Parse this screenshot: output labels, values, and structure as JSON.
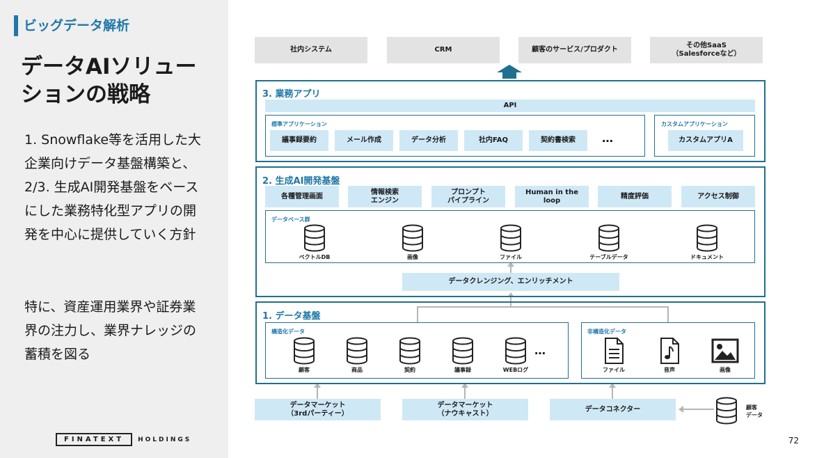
{
  "section_tag": "ビッグデータ解析",
  "title": "データAIソリューションの戦略",
  "desc1": "1. Snowflake等を活用した大企業向けデータ基盤構築と、2/3. 生成AI開発基盤をベースにした業務特化型アプリの開発を中心に提供していく方針",
  "desc2": "特に、資産運用業界や証券業界の注力し、業界ナレッジの蓄積を図る",
  "logo": {
    "main": "FINATEXT",
    "sub": "HOLDINGS"
  },
  "page_number": "72",
  "top_targets": [
    "社内システム",
    "CRM",
    "顧客のサービス/プロダクト",
    "その他SaaS\n（Salesforceなど）"
  ],
  "layer3": {
    "title": "3. 業務アプリ",
    "api": "API",
    "standard": {
      "title": "標準アプリケーション",
      "items": [
        "議事録要約",
        "メール作成",
        "データ分析",
        "社内FAQ",
        "契約書検索"
      ],
      "more": "…"
    },
    "custom": {
      "title": "カスタムアプリケーション",
      "item": "カスタムアプリA"
    }
  },
  "layer2": {
    "title": "2. 生成AI開発基盤",
    "features": [
      "各種管理画面",
      "情報検索\nエンジン",
      "プロンプト\nパイプライン",
      "Human in the\nloop",
      "精度評価",
      "アクセス制御"
    ],
    "db_group": {
      "title": "データベース群",
      "items": [
        "ベクトルDB",
        "画像",
        "ファイル",
        "テーブルデータ",
        "ドキュメント"
      ]
    },
    "cleansing": "データクレンジング、エンリッチメント"
  },
  "layer1": {
    "title": "1. データ基盤",
    "structured": {
      "title": "構造化データ",
      "items": [
        "顧客",
        "商品",
        "契約",
        "議事録",
        "WEBログ"
      ],
      "more": "…"
    },
    "unstructured": {
      "title": "非構造化データ",
      "items": [
        "ファイル",
        "音声",
        "画像"
      ]
    }
  },
  "sources": [
    "データマーケット\n（3rdパーティー）",
    "データマーケット\n（ナウキャスト）",
    "データコネクター"
  ],
  "customer_data": "顧客\nデータ",
  "colors": {
    "accent": "#1f78a8",
    "frame": "#1f6f90",
    "light_blue": "#cfe8f6",
    "gray": "#e3e3e3",
    "arrow": "#1f6f90"
  }
}
